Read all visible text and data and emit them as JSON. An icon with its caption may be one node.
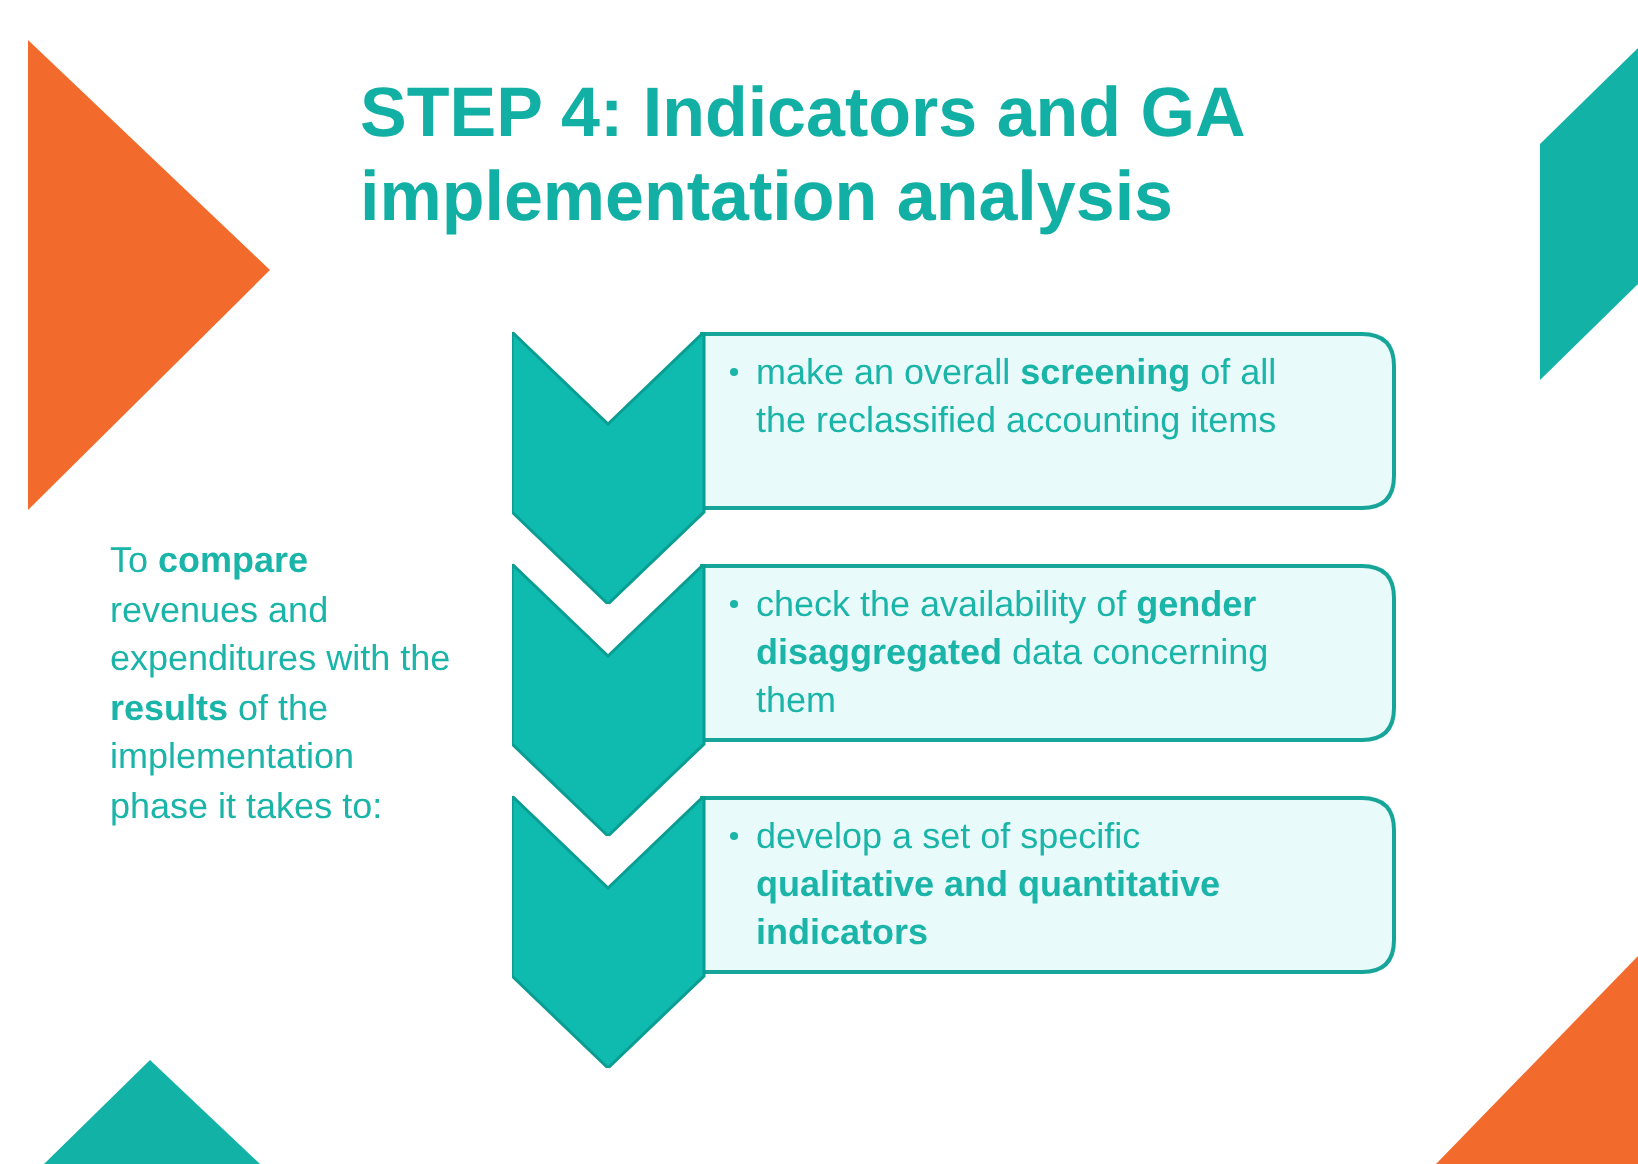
{
  "diagram": {
    "title": "STEP 4: Indicators and GA implementation analysis",
    "nodes": [
      {
        "text": [
          "make an overall **screening** of all the reclassified accounting items"
        ]
      },
      {
        "text": [
          "check the availability of **gender disaggregated** data concerning them"
        ]
      },
      {
        "text": [
          "develop a set of specific **qualitative and quantitative indicators**"
        ]
      }
    ],
    "labels": [
      "To **compare** revenues and expenditures with the **results** of the implementation phase it takes to:"
    ]
  }
}
